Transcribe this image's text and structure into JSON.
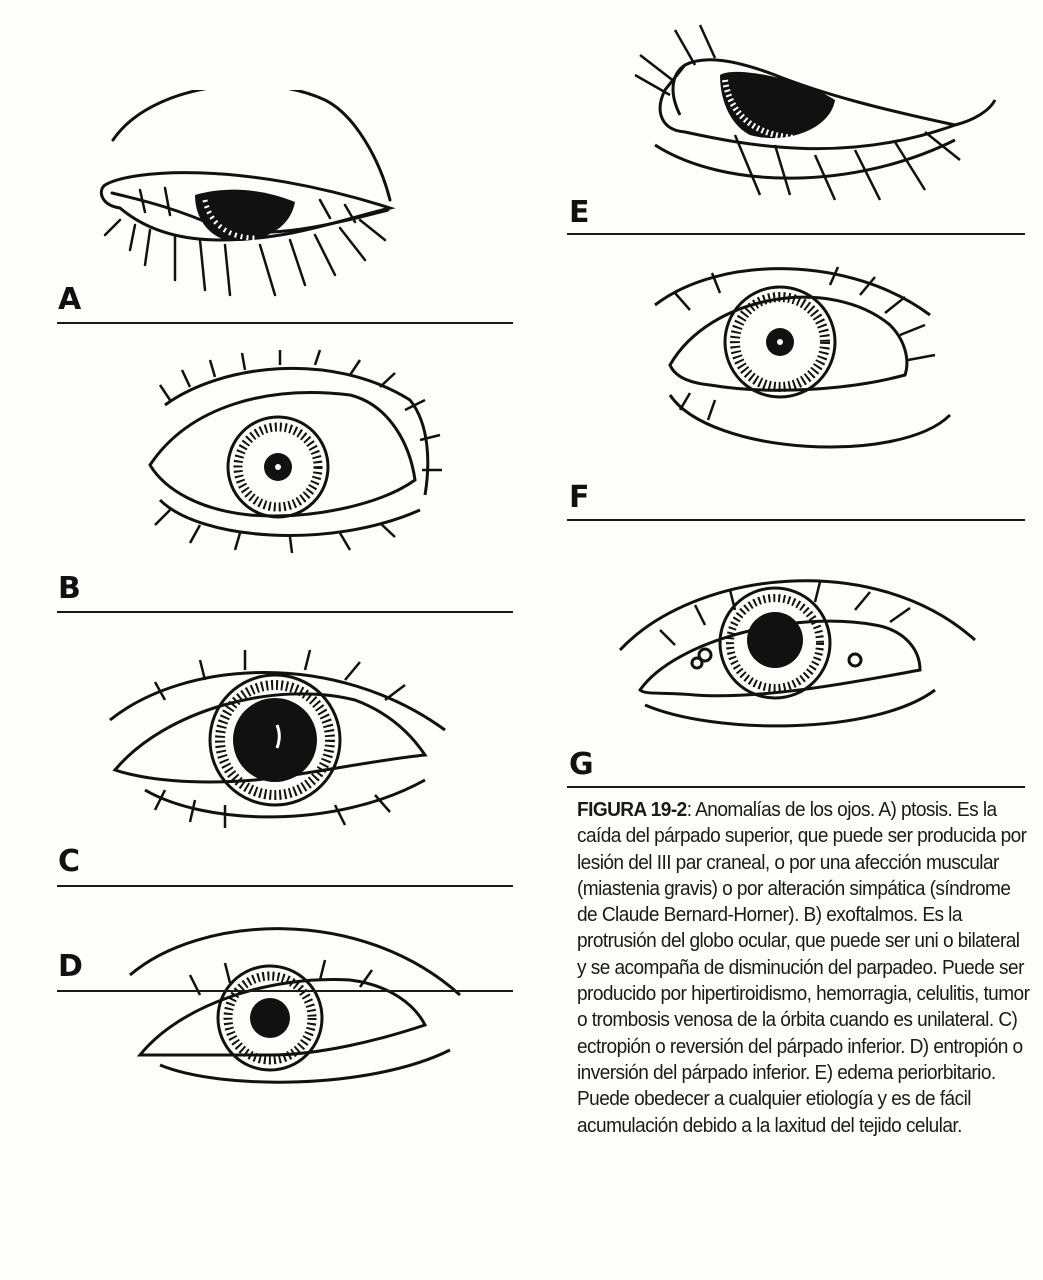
{
  "figure": {
    "panels": [
      {
        "id": "A",
        "label": "A",
        "condition": "ptosis"
      },
      {
        "id": "B",
        "label": "B",
        "condition": "exoftalmos"
      },
      {
        "id": "C",
        "label": "C",
        "condition": "ectropión"
      },
      {
        "id": "D",
        "label": "D",
        "condition": "entropión"
      },
      {
        "id": "E",
        "label": "E",
        "condition": "edema periorbitario"
      },
      {
        "id": "F",
        "label": "F",
        "condition": ""
      },
      {
        "id": "G",
        "label": "G",
        "condition": ""
      }
    ],
    "caption": {
      "number": "FIGURA 19-2",
      "text": ": Anomalías de los ojos. A) ptosis. Es la caída del párpado superior, que puede ser producida por lesión del III par craneal, o por una afección muscular (miastenia gravis) o por alteración simpática (síndrome de Claude Bernard-Horner). B) exoftalmos. Es la protrusión del globo ocular, que puede ser uni o bilateral y se acompaña de disminución del parpadeo. Puede ser producido por hipertiroidismo, hemorragia, celulitis, tumor o trombosis venosa de la órbita cuando es unilateral. C) ectropión o reversión del párpado inferior. D) entropión o inversión del párpado inferior. E) edema periorbitario. Puede obedecer a cualquier etiología y es de fácil acumulación debido a la laxitud del tejido celular."
    }
  }
}
